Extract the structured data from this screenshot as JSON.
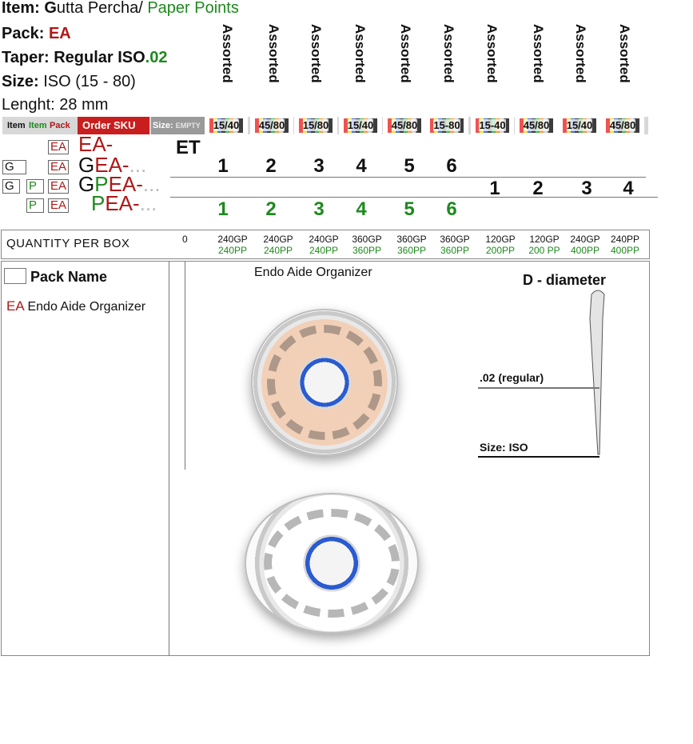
{
  "header": {
    "item_label": "Item:",
    "item_g": "G",
    "item_rest": "utta Percha/",
    "item_pp": "Paper Points",
    "pack_label": "Pack:",
    "pack_value": "EA",
    "taper_label": "Taper: Regular ISO",
    "taper_value": ".02",
    "size_label": "Size:",
    "size_value": "ISO (15 - 80)",
    "length": "Lenght: 28 mm"
  },
  "assorted": [
    "Assorted",
    "Assorted",
    "Assorted",
    "Assorted",
    "Assorted",
    "Assorted",
    "Assorted",
    "Assorted",
    "Assorted",
    "Assorted"
  ],
  "legend": {
    "item1": "Item",
    "item2": "Item",
    "pack": "Pack",
    "order_sku": "Order SKU",
    "size": "Size:",
    "empty": "EMPTY"
  },
  "ranges": [
    "15/40",
    "45/80",
    "15/80",
    "15/40",
    "45/80",
    "15-80",
    "15-40",
    "45/80",
    "15/40",
    "45/80"
  ],
  "codes": {
    "ea": "EA",
    "ea_code": "EA-",
    "g": "G",
    "gea_g": "G",
    "gea_rest": "EA-",
    "dots": "...",
    "p": "P",
    "gpea_g": "G",
    "gpea_p": "P",
    "gpea_rest": "EA-",
    "pea_p": "P",
    "pea_rest": "EA-",
    "et": "ET"
  },
  "numbers": {
    "gea": [
      "1",
      "2",
      "3",
      "4",
      "5",
      "6"
    ],
    "gpea": [
      "1",
      "2",
      "3",
      "4"
    ],
    "pea": [
      "1",
      "2",
      "3",
      "4",
      "5",
      "6"
    ]
  },
  "quantity": {
    "label": "QUANTITY PER BOX",
    "zero": "0",
    "cols": [
      {
        "gp": "240GP",
        "pp": "240PP"
      },
      {
        "gp": "240GP",
        "pp": "240PP"
      },
      {
        "gp": "240GP",
        "pp": "240PP"
      },
      {
        "gp": "360GP",
        "pp": "360PP"
      },
      {
        "gp": "360GP",
        "pp": "360PP"
      },
      {
        "gp": "360GP",
        "pp": "360PP"
      },
      {
        "gp": "120GP",
        "pp": "200PP"
      },
      {
        "gp": "120GP",
        "pp": "200 PP"
      },
      {
        "gp": "240GP",
        "pp": "400PP"
      },
      {
        "gp": "240PP",
        "pp": "400PP"
      }
    ]
  },
  "pack_info": {
    "title": "Pack Name",
    "code": "EA",
    "name": "Endo Aide Organizer",
    "image_caption": "Endo Aide Organizer"
  },
  "diagram": {
    "title": "D - diameter",
    "taper": ".02 (regular)",
    "size": "Size: ISO"
  },
  "colors": {
    "red": "#b01818",
    "green": "#1d8a1d",
    "sku_bg": "#c81e1e"
  }
}
